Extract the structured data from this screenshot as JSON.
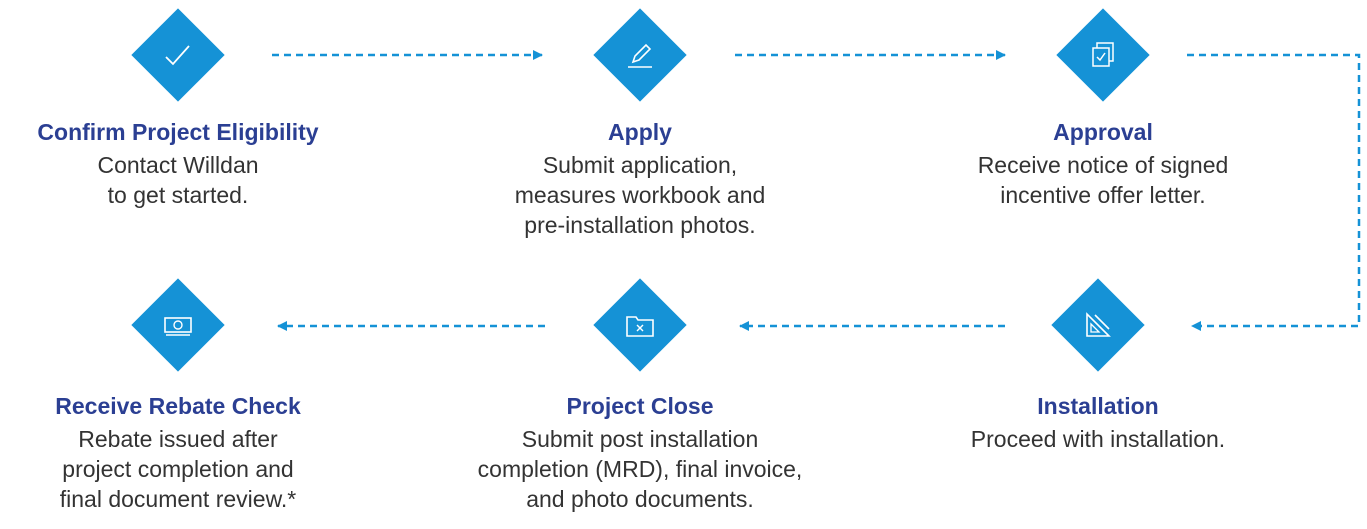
{
  "steps": [
    {
      "title": "Confirm Project Eligibility",
      "description": "Contact Willdan\nto get started.",
      "icon": "checkmark-icon"
    },
    {
      "title": "Apply",
      "description": "Submit application,\nmeasures workbook and\npre-installation photos.",
      "icon": "pencil-icon"
    },
    {
      "title": "Approval",
      "description": "Receive notice of signed\nincentive offer letter.",
      "icon": "stacked-check-documents-icon"
    },
    {
      "title": "Installation",
      "description": "Proceed with installation.",
      "icon": "ruler-triangle-icon"
    },
    {
      "title": "Project Close",
      "description": "Submit post installation\ncompletion (MRD), final invoice,\nand photo documents.",
      "icon": "folder-icon"
    },
    {
      "title": "Receive Rebate Check",
      "description": "Rebate issued after\nproject completion and\nfinal document review.*",
      "icon": "money-bill-icon"
    }
  ],
  "colors": {
    "accent": "#1592d6",
    "title": "#2b3f93",
    "text": "#333333",
    "connector": "#1592d6"
  }
}
